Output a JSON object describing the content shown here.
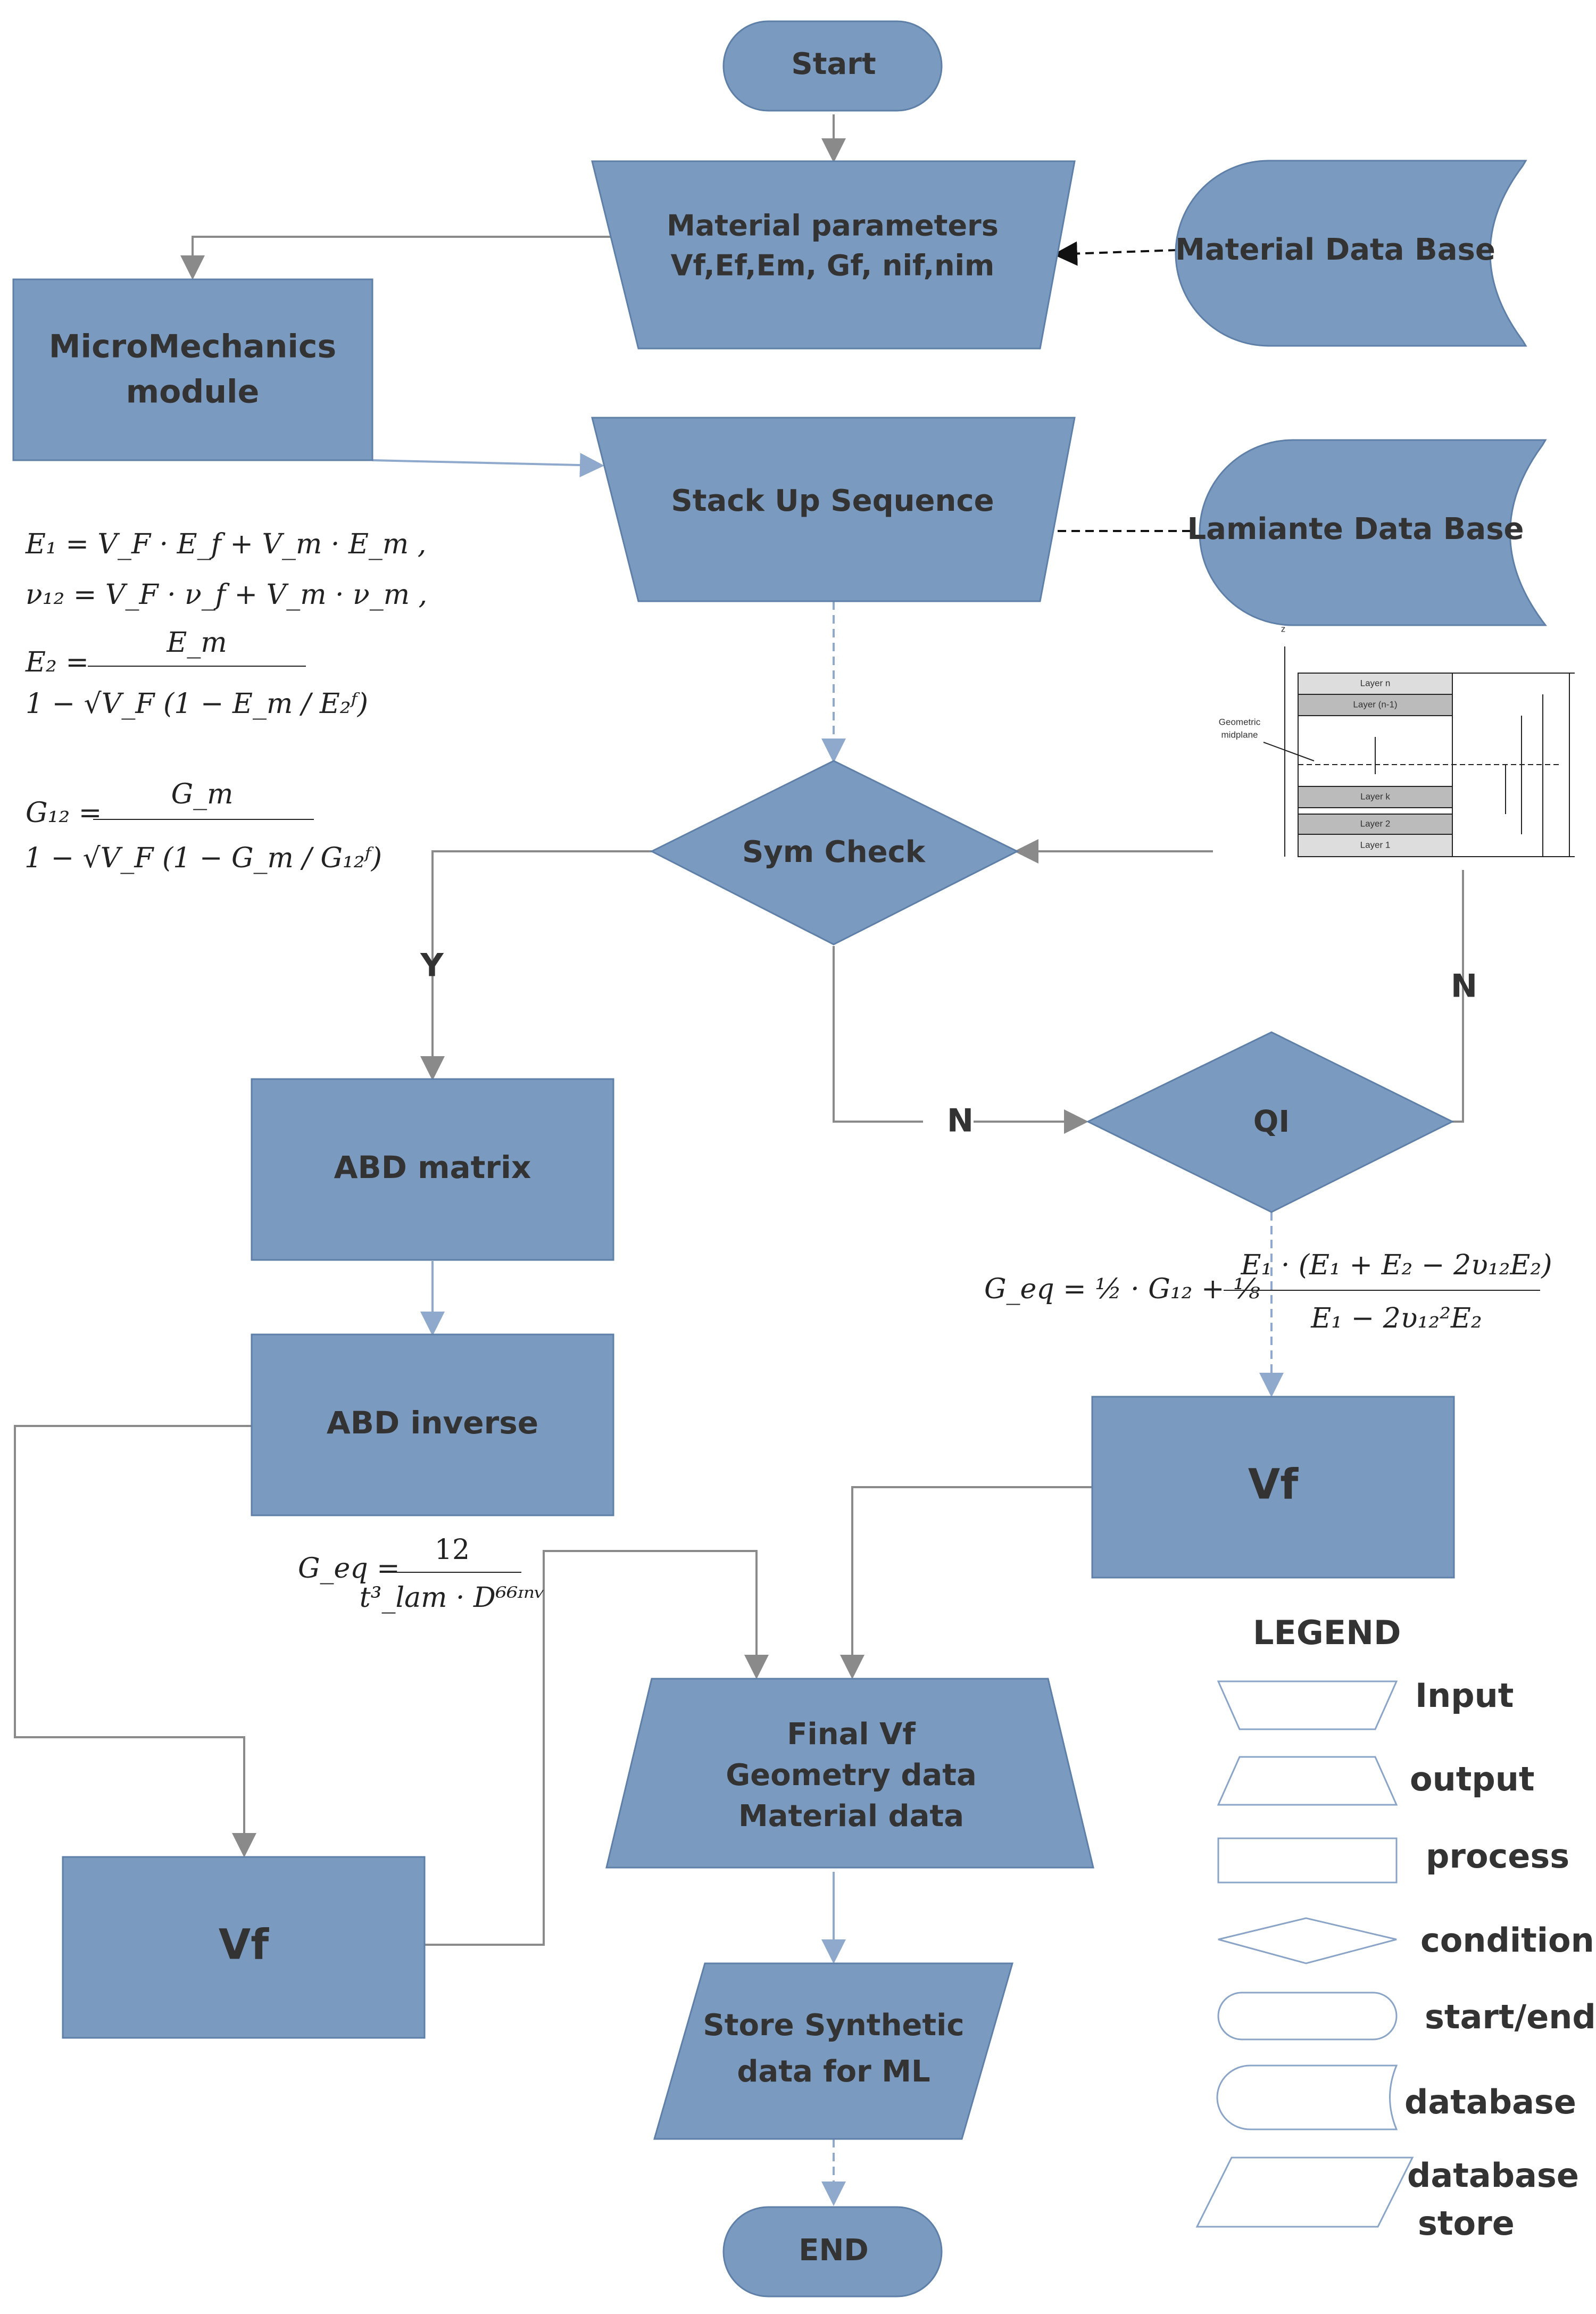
{
  "nodes": {
    "start": "Start",
    "material_params_1": "Material parameters",
    "material_params_2": "Vf,Ef,Em, Gf, nif,nim",
    "material_db": "Material Data Base",
    "micromech_1": "MicroMechanics",
    "micromech_2": "module",
    "stackup": "Stack Up Sequence",
    "laminate_db": "Lamiante Data Base",
    "sym_check": "Sym Check",
    "abd_matrix": "ABD matrix",
    "abd_inverse": "ABD inverse",
    "qi": "QI",
    "vf_right": "Vf",
    "vf_left": "Vf",
    "final_1": "Final Vf",
    "final_2": "Geometry data",
    "final_3": "Material data",
    "store_1": "Store Synthetic",
    "store_2": "data for ML",
    "end": "END"
  },
  "edge_labels": {
    "yes": "Y",
    "no_left": "N",
    "no_right": "N"
  },
  "legend": {
    "title": "LEGEND",
    "items": [
      "Input",
      "output",
      "process",
      "condition",
      "start/end",
      "database",
      "database",
      "store"
    ]
  },
  "laminate_figure": {
    "axis": "z",
    "midplane_1": "Geometric",
    "midplane_2": "midplane",
    "layers": [
      "Layer n",
      "Layer (n-1)",
      "Layer k",
      "Layer 2",
      "Layer 1"
    ]
  },
  "equations": {
    "e1": "E₁ = V_F · E_f + V_m · E_m ,",
    "v12": "ν₁₂ = V_F · ν_f + V_m · ν_m ,",
    "e2_lhs": "E₂ =",
    "e2_num": "E_m",
    "e2_den": "1 − √V_F (1 − E_m / E₂ᶠ)",
    "g12_lhs": "G₁₂ =",
    "g12_num": "G_m",
    "g12_den": "1 − √V_F (1 − G_m / G₁₂ᶠ)",
    "geq_qi_lhs": "G_eq = ½ · G₁₂ + ⅛",
    "geq_qi_num": "E₁ · (E₁ + E₂ − 2υ₁₂E₂)",
    "geq_qi_den": "E₁ − 2υ₁₂²E₂",
    "geq_sym_lhs": "G_eq =",
    "geq_sym_num": "12",
    "geq_sym_den": "t³_lam · D⁶⁶ᶦⁿᵛ"
  },
  "colors": {
    "shape_fill": "#7b9ac0",
    "shape_stroke": "#5d7fa8",
    "connector_gray": "#8a8a8a",
    "connector_blue": "#8fa9cd",
    "text": "#333333"
  }
}
